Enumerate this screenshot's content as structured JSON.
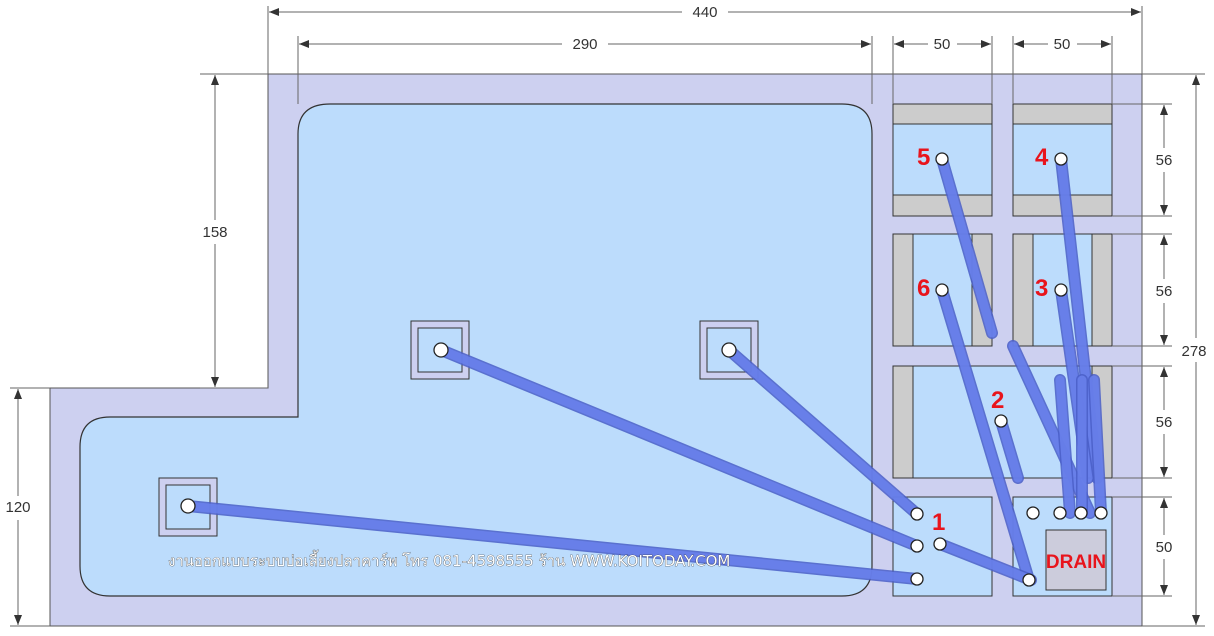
{
  "dimensions": {
    "total_width": "440",
    "main_width": "290",
    "col_a_width": "50",
    "col_b_width": "50",
    "upper_height": "158",
    "lower_height": "120",
    "total_height": "278",
    "box_row1": "56",
    "box_row2": "56",
    "box_row3": "56",
    "box_row4": "50"
  },
  "chambers": {
    "labels": [
      "1",
      "2",
      "3",
      "4",
      "5",
      "6"
    ],
    "drain_label": "DRAIN"
  },
  "watermark": "งานออกแบบระบบบ่อเลี้ยงปลาคาร์พ โทร 081-4598555 ร้าน  WWW.KOITODAY.COM",
  "colors": {
    "outer_frame": "#cdd0f0",
    "pond_water": "#bcdcfc",
    "chamber_fill": "#bcdcfc",
    "baffle_grey": "#cccccc",
    "pipe_blue": "#6b82ee",
    "label_red": "#e8141c"
  }
}
